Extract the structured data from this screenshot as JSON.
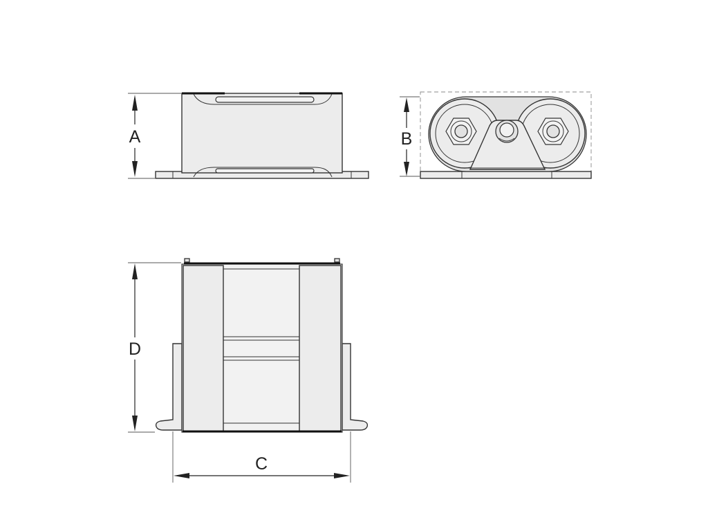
{
  "drawing": {
    "labels": {
      "a": "A",
      "b": "B",
      "c": "C",
      "d": "D"
    }
  },
  "colors": {
    "background": "#ffffff",
    "line": "#333333",
    "part_fill": "#ececec"
  }
}
